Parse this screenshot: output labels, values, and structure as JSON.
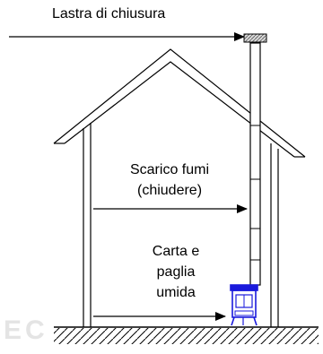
{
  "labels": {
    "closing_plate": "Lastra di chiusura",
    "flue_exhaust_line1": "Scarico fumi",
    "flue_exhaust_line2": "(chiudere)",
    "fuel_line1": "Carta e",
    "fuel_line2": "paglia",
    "fuel_line3": "umida"
  },
  "colors": {
    "line": "#000000",
    "stove": "#1a1adc",
    "watermark": "#e4e4e4",
    "plate": "#9a9a9a"
  },
  "icons": {
    "arrow": "arrow-right-icon",
    "stove": "stove-icon",
    "ground": "hatched-ground-icon"
  }
}
